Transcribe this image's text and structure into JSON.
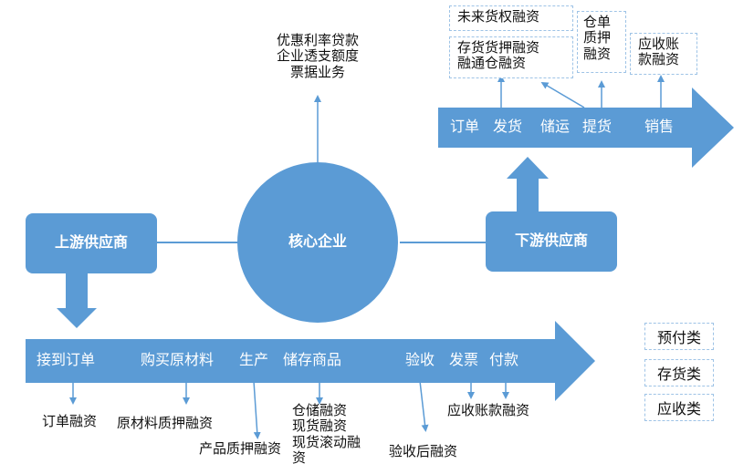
{
  "center": {
    "label": "核心企业"
  },
  "upstream": {
    "label": "上游供应商"
  },
  "downstream": {
    "label": "下游供应商"
  },
  "core_services": [
    "优惠利率贷款",
    "企业透支额度",
    "票据业务"
  ],
  "upstream_arrow": {
    "steps": [
      "接到订单",
      "购买原材料",
      "生产",
      "储存商品",
      "验收",
      "发票",
      "付款"
    ]
  },
  "upstream_financing": {
    "order": "订单融资",
    "raw_material": "原材料质押融资",
    "product": "产品质押融资",
    "storage": [
      "仓储融资",
      "现货融资",
      "现货滚动融",
      "资"
    ],
    "acceptance": "验收后融资",
    "receivable": "应收账款融资"
  },
  "downstream_arrow": {
    "steps": [
      "订单",
      "发货",
      "储运",
      "提货",
      "销售"
    ]
  },
  "downstream_financing": {
    "future_goods": "未来货权融资",
    "inventory": [
      "存货货押融资",
      "融通仓融资"
    ],
    "warehouse_receipt": [
      "仓单",
      "质押",
      "融资"
    ],
    "receivable": [
      "应收账",
      "款融资"
    ]
  },
  "legend": [
    "预付类",
    "存货类",
    "应收类"
  ],
  "colors": {
    "blue": "#5b9bd5",
    "border": "#9ec3e6"
  }
}
